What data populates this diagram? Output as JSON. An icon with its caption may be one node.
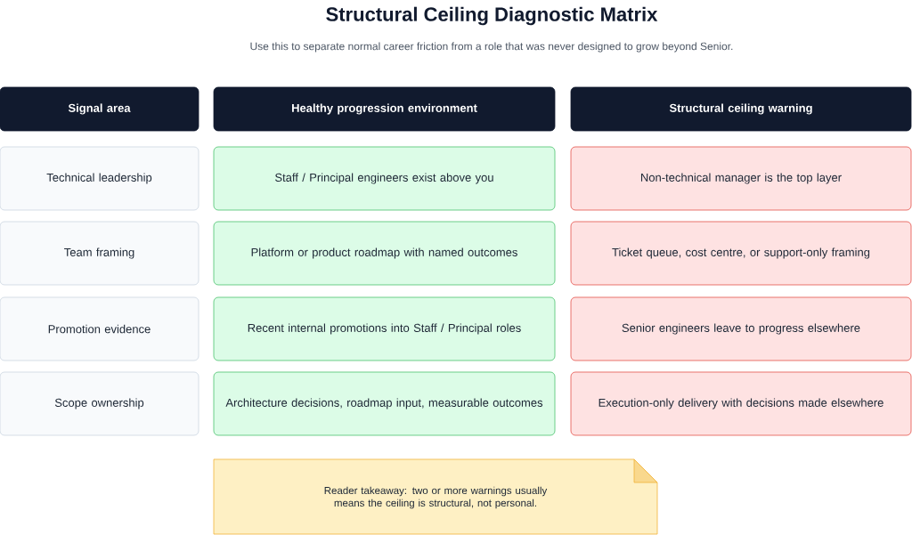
{
  "diagram": {
    "title": "Structural Ceiling Diagnostic Matrix",
    "caption": "Use this to separate normal career friction from a role that was never designed to grow beyond Senior.",
    "nodes": [
      {
        "text": [
          "Signal area"
        ]
      },
      {
        "text": [
          "Healthy progression environment"
        ]
      },
      {
        "text": [
          "Structural ceiling warning"
        ]
      },
      {
        "text": [
          "Technical leadership"
        ]
      },
      {
        "text": [
          "Staff / Principal engineers exist above you"
        ]
      },
      {
        "text": [
          "Non-technical manager is the top layer"
        ]
      },
      {
        "text": [
          "Team framing"
        ]
      },
      {
        "text": [
          "Platform or product roadmap with named outcomes"
        ]
      },
      {
        "text": [
          "Ticket queue, cost centre, or support-only framing"
        ]
      },
      {
        "text": [
          "Promotion evidence"
        ]
      },
      {
        "text": [
          "Recent internal promotions into Staff / Principal roles"
        ]
      },
      {
        "text": [
          "Senior engineers leave to progress elsewhere"
        ]
      },
      {
        "text": [
          "Scope ownership"
        ]
      },
      {
        "text": [
          "Architecture decisions, roadmap input, measurable outcomes"
        ]
      },
      {
        "text": [
          "Execution-only delivery with decisions made elsewhere"
        ]
      },
      {
        "text": [
          "Reader takeaway: two or more warnings usually means the ceiling is structural, not personal."
        ]
      }
    ]
  }
}
